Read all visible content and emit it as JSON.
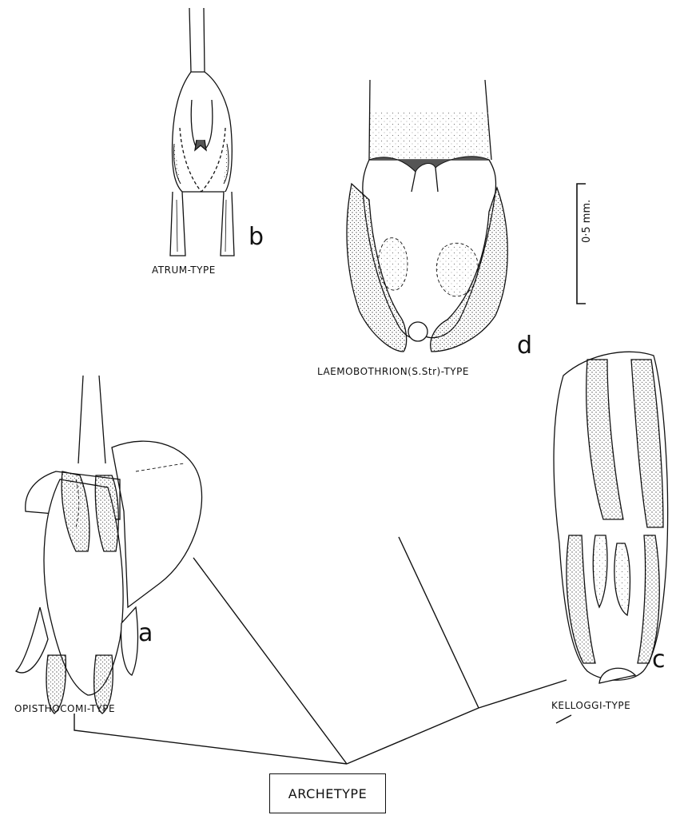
{
  "figure": {
    "panels": [
      {
        "id": "a",
        "letter": "a",
        "label": "OPISTHOCOMI-TYPE"
      },
      {
        "id": "b",
        "letter": "b",
        "label": "ATRUM-TYPE"
      },
      {
        "id": "c",
        "letter": "c",
        "label": "KELLOGGI-TYPE"
      },
      {
        "id": "d",
        "letter": "d",
        "label": "LAEMOBOTHRION(S.Str)-TYPE"
      }
    ],
    "root_label": "ARCHETYPE",
    "scale_bar": {
      "label": "0·5 mm."
    },
    "line_color": "#111111",
    "stipple_color": "#555555"
  }
}
